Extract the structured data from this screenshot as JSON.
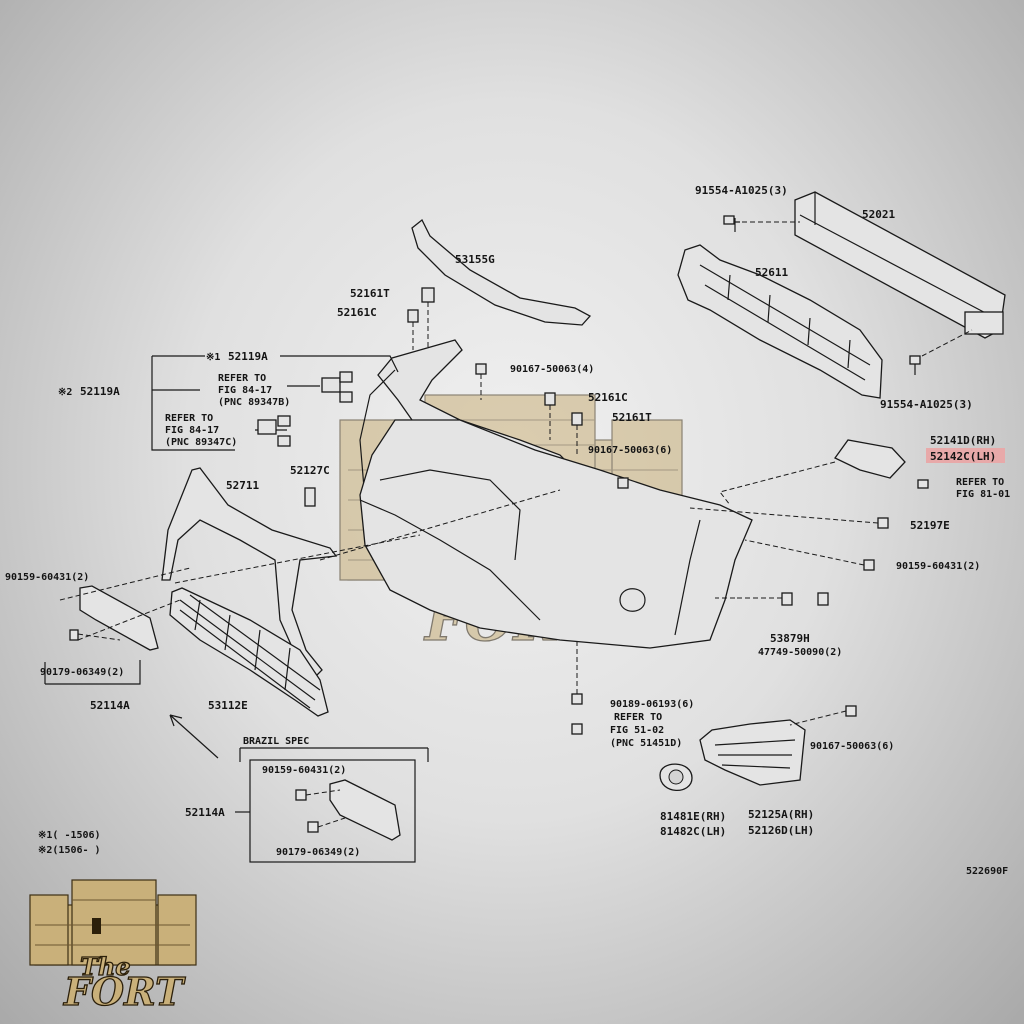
{
  "part_labels": {
    "p91554_top": "91554-A1025(3)",
    "p52021": "52021",
    "p52611": "52611",
    "p91554_bot": "91554-A1025(3)",
    "p53155g": "53155G",
    "p52161t_a": "52161T",
    "p52161c_a": "52161C",
    "p52119a_1": "52119A",
    "p52119a_2": "52119A",
    "p90167_4": "90167-50063(4)",
    "p52161c_b": "52161C",
    "p52161t_b": "52161T",
    "p90167_6a": "90167-50063(6)",
    "p52127c": "52127C",
    "p52141d": "52141D(RH)",
    "p52142c": "52142C(LH)",
    "p52197e": "52197E",
    "p90159_r": "90159-60431(2)",
    "p52711": "52711",
    "p90159_l": "90159-60431(2)",
    "p90179_l": "90179-06349(2)",
    "p52114a": "52114A",
    "p53112e": "53112E",
    "p53879h": "53879H",
    "p47749": "47749-50090(2)",
    "p90189": "90189-06193(6)",
    "p90167_6b": "90167-50063(6)",
    "p52114a_b": "52114A",
    "p90159_b": "90159-60431(2)",
    "p90179_b": "90179-06349(2)",
    "p81481e": "81481E(RH)",
    "p81482c": "81482C(LH)",
    "p52125a": "52125A(RH)",
    "p52126d": "52126D(LH)"
  },
  "marks": {
    "m1": "※1",
    "m2": "※2"
  },
  "refer_notes": {
    "r1_line1": "REFER TO",
    "r1_line2": "FIG 84-17",
    "r1_line3": "(PNC 89347B)",
    "r2_line1": "REFER TO",
    "r2_line2": "FIG 84-17",
    "r2_line3": "(PNC 89347C)",
    "r3_line1": "REFER TO",
    "r3_line2": "FIG 81-01",
    "r4_line1": "REFER TO",
    "r4_line2": "FIG 51-02",
    "r4_line3": "(PNC 51451D)"
  },
  "brazil_spec": "BRAZIL SPEC",
  "legend": {
    "l1": "※1(    -1506)",
    "l2": "※2(1506-    )"
  },
  "figure_code": "522690F",
  "brand": {
    "line1": "The",
    "line2": "FORT"
  },
  "colors": {
    "highlight": "#e8a9a9",
    "fort_gold": "#c9b07a",
    "ink": "#1a1a1a"
  }
}
